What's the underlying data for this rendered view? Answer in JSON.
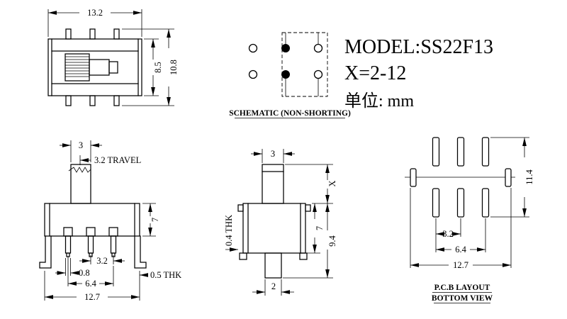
{
  "colors": {
    "ink": "#000000",
    "background": "#ffffff"
  },
  "title_block": {
    "model": "MODEL:SS22F13",
    "x_range": "X=2-12",
    "units": "单位: mm"
  },
  "schematic": {
    "label": "SCHEMATIC (NON-SHORTING)"
  },
  "top_view": {
    "dim_width": "13.2",
    "dim_inner_height": "8.5",
    "dim_total_height": "10.8"
  },
  "front_view": {
    "dim_knob_width": "3",
    "dim_travel": "3.2 TRAVEL",
    "dim_body_height": "7",
    "dim_pin_pitch": "3.2",
    "dim_pin_width": "0.8",
    "dim_pin_span": "6.4",
    "dim_bracket_thickness": "0.5 THK",
    "dim_body_width": "12.7"
  },
  "side_view": {
    "dim_knob_width": "3",
    "dim_actuator_height": "X",
    "dim_body_height": "7",
    "dim_total_height": "9.4",
    "dim_terminal_thickness": "0.4 THK",
    "dim_tab_width": "2"
  },
  "pcb_view": {
    "dim_height": "11.4",
    "dim_pitch": "3.2",
    "dim_span": "6.4",
    "dim_width": "12.7",
    "label_line1": "P.C.B LAYOUT",
    "label_line2": "BOTTOM VIEW"
  }
}
